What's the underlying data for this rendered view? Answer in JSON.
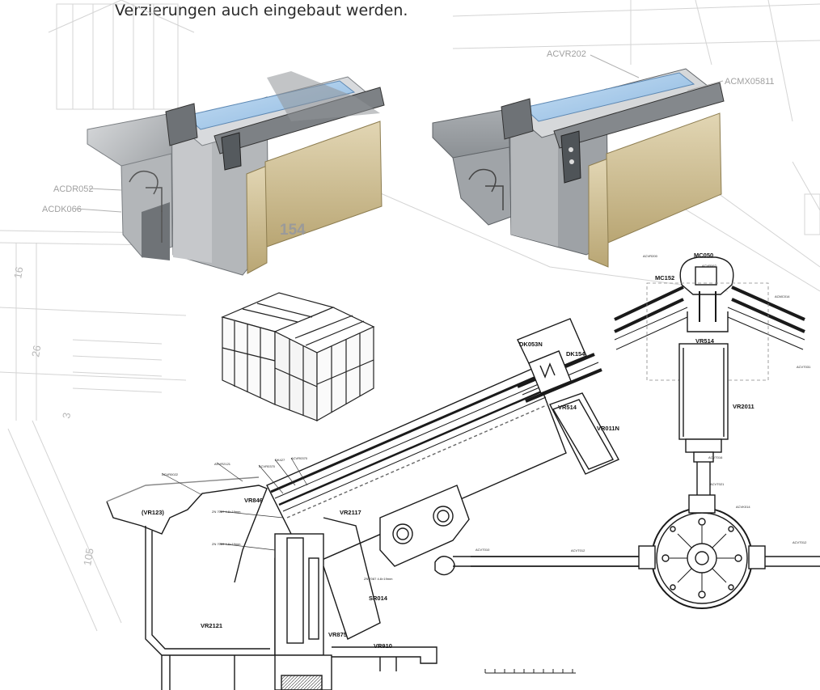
{
  "caption": "Verzierungen auch eingebaut werden.",
  "colors": {
    "glass": "#9fc4e8",
    "gold": "#cdbd92",
    "aluminium": "#9a9ea2",
    "line": "#1a1a1a",
    "faint": "#cfcfcf"
  },
  "render_left": {
    "callouts": [
      "ACDR052",
      "ACDK066"
    ],
    "dimension": "154"
  },
  "render_right": {
    "callouts": [
      "ACVR202",
      "ACMX05811"
    ]
  },
  "background_dims": [
    "16",
    "26",
    "3",
    "105"
  ],
  "section_left": {
    "labels": [
      "(VR123)",
      "VR846",
      "VR2117",
      "VR2121",
      "VR875",
      "VR910",
      "SR014"
    ]
  },
  "section_mid": {
    "labels": [
      "DK154",
      "DK053N",
      "VR514",
      "VR011N"
    ]
  },
  "section_ridge": {
    "labels": [
      "MC050",
      "MC152",
      "VR514",
      "VR2011"
    ]
  }
}
